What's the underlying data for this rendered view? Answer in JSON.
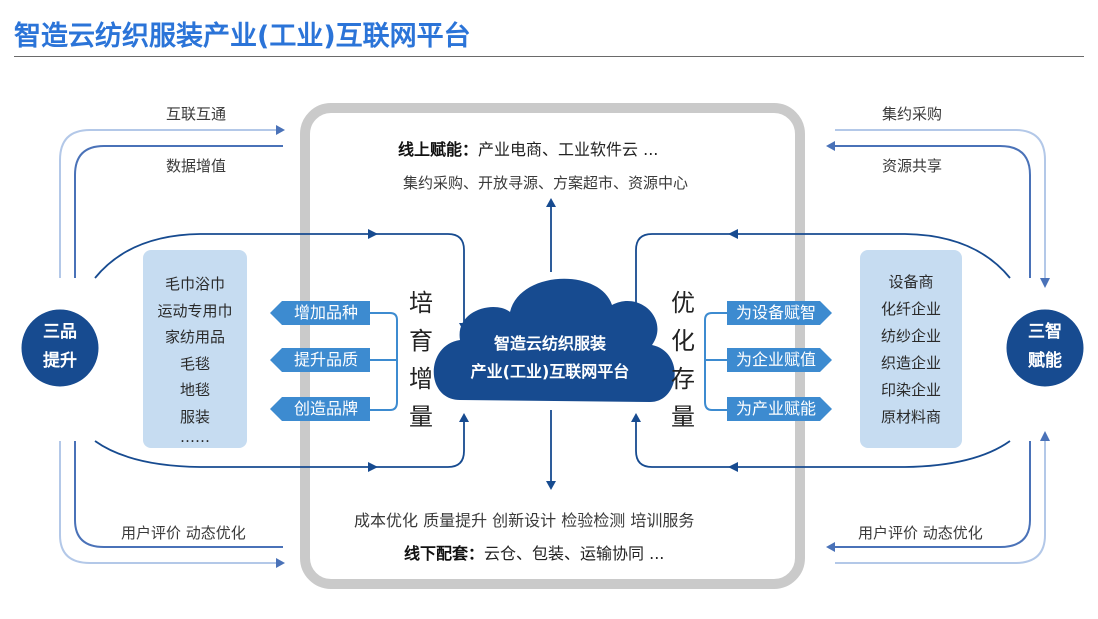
{
  "title": "智造云纺织服装产业(工业)互联网平台",
  "colors": {
    "title": "#2b74d8",
    "navy": "#174b90",
    "blue_line": "#4a72b8",
    "light_line": "#b3c8e8",
    "tag": "#3d8bd0",
    "list_box": "#c6dcf1",
    "frame": "#cacaca"
  },
  "left_flows": {
    "top": [
      "互联互通",
      "数据增值"
    ],
    "bottom": "用户评价 动态优化"
  },
  "right_flows": {
    "top": [
      "集约采购",
      "资源共享"
    ],
    "bottom": "用户评价 动态优化"
  },
  "online": {
    "label": "线上赋能：",
    "items": "产业电商、工业软件云 ...",
    "sub": "集约采购、开放寻源、方案超市、资源中心"
  },
  "offline": {
    "sub": "成本优化 质量提升 创新设计 检验检测 培训服务",
    "label": "线下配套：",
    "items": "云仓、包装、运输协同 ..."
  },
  "left_circle": [
    "三品",
    "提升"
  ],
  "right_circle": [
    "三智",
    "赋能"
  ],
  "left_list": [
    "毛巾浴巾",
    "运动专用巾",
    "家纺用品",
    "毛毯",
    "地毯",
    "服装",
    "……"
  ],
  "right_list": [
    "设备商",
    "化纤企业",
    "纺纱企业",
    "织造企业",
    "印染企业",
    "原材料商"
  ],
  "left_tags": [
    "增加品种",
    "提升品质",
    "创造品牌"
  ],
  "right_tags": [
    "为设备赋智",
    "为企业赋值",
    "为产业赋能"
  ],
  "left_vertical": [
    "培",
    "育",
    "增",
    "量"
  ],
  "right_vertical": [
    "优",
    "化",
    "存",
    "量"
  ],
  "cloud": [
    "智造云纺织服装",
    "产业(工业)互联网平台"
  ]
}
